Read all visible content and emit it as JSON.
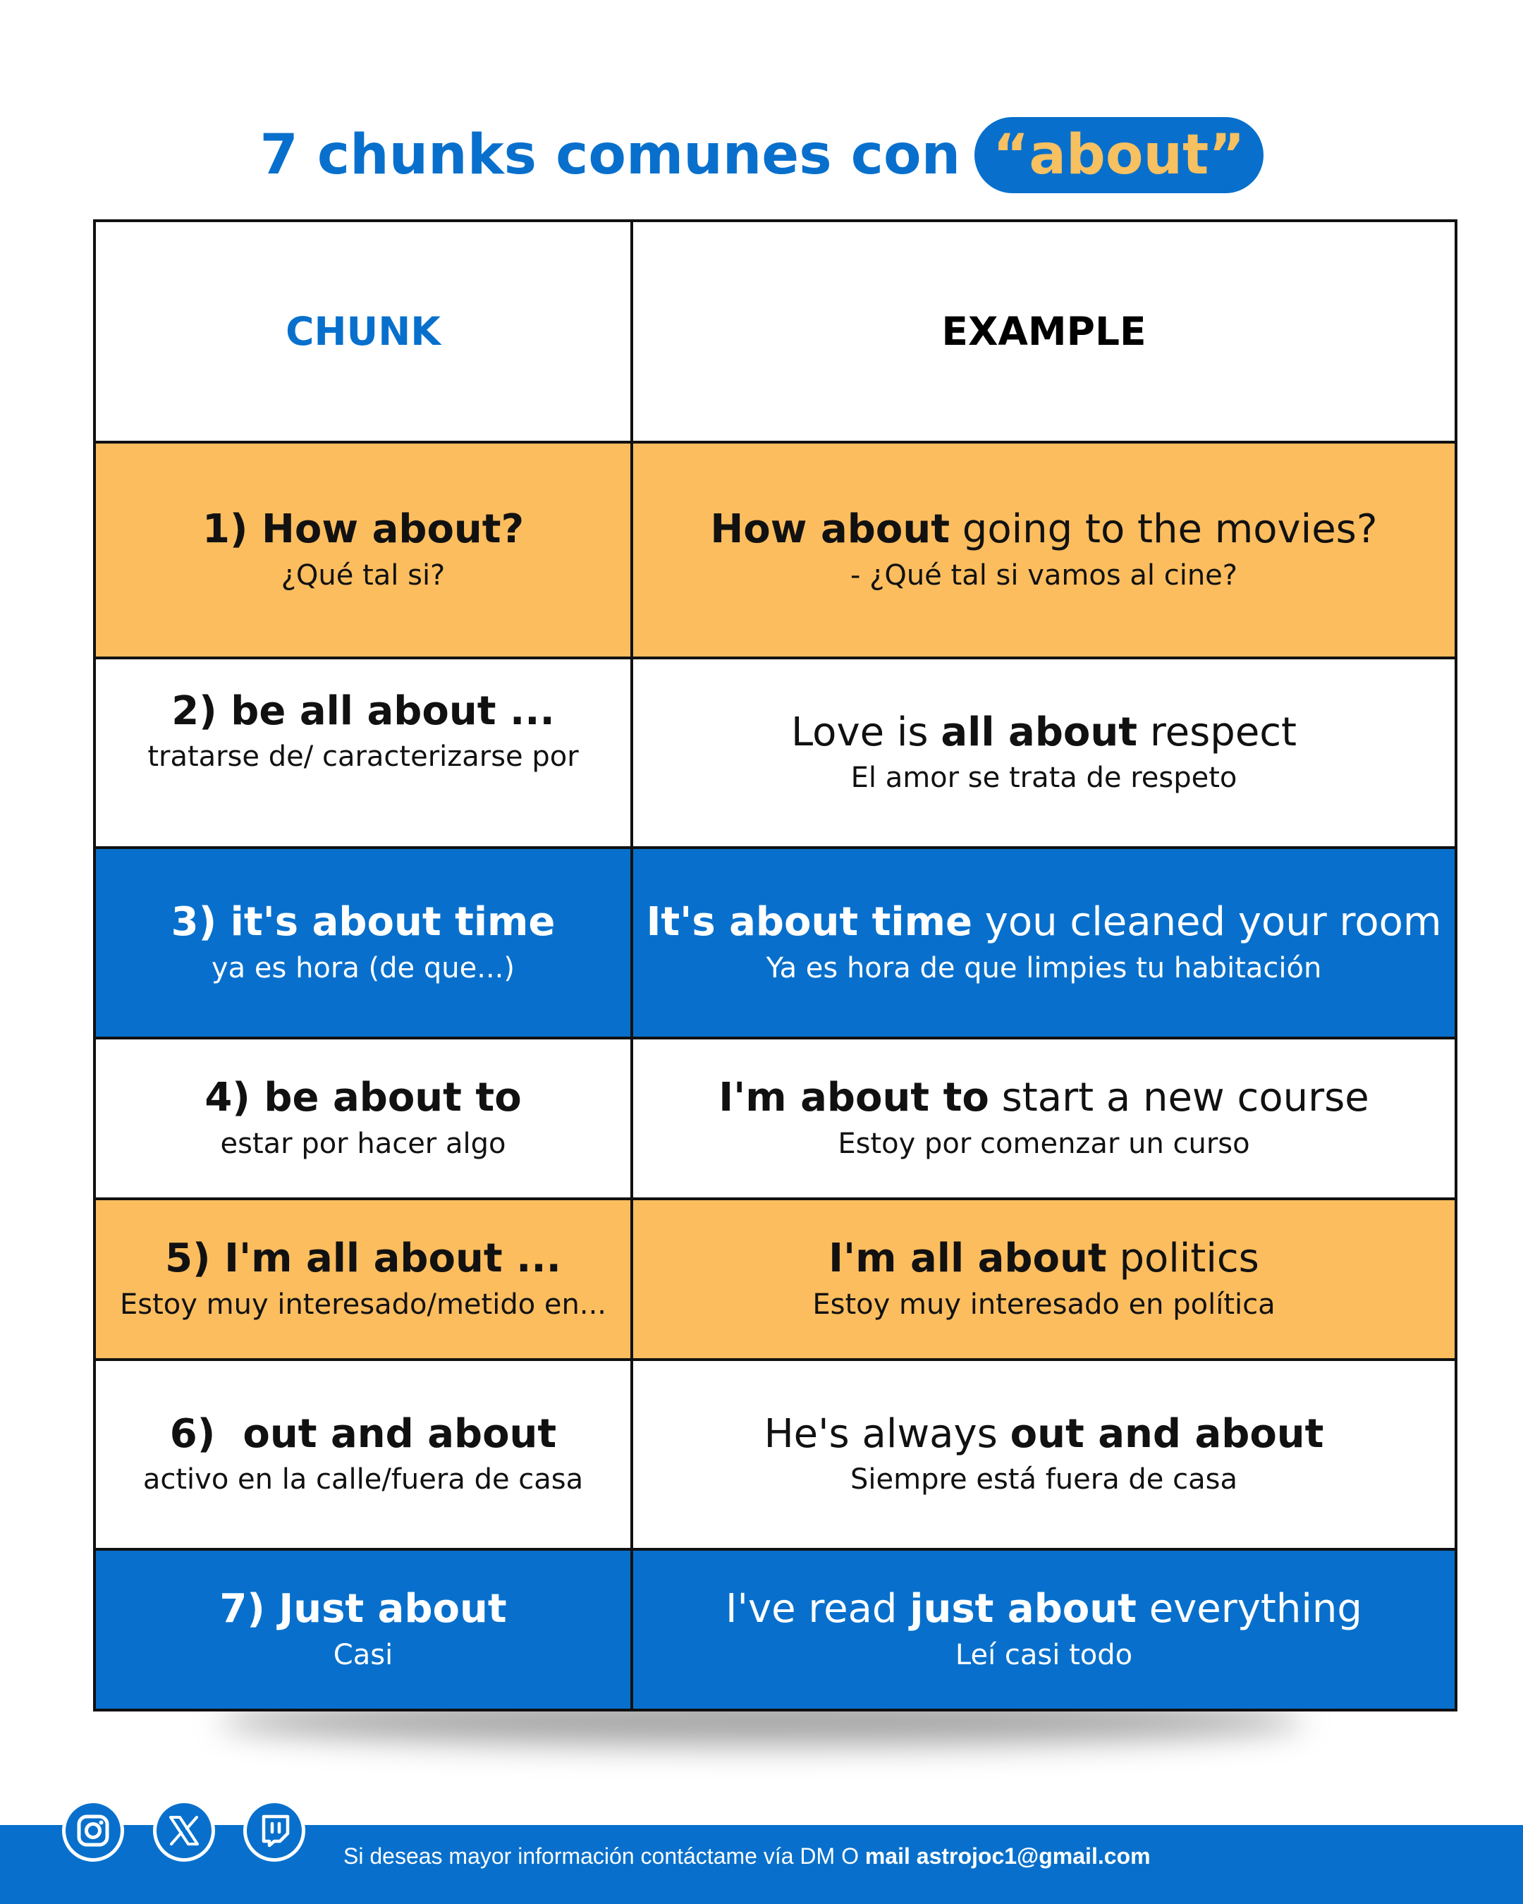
{
  "title": {
    "text": "7 chunks comunes con",
    "highlight": "“about”"
  },
  "table": {
    "headers": {
      "chunk": "CHUNK",
      "example": "EXAMPLE"
    },
    "rows": [
      {
        "chunk": "1) How about?",
        "chunk_translation": "¿Qué tal si?",
        "example_bold": "How about",
        "example_rest": " going to the movies?",
        "example_translation": "- ¿Qué tal si vamos al cine?"
      },
      {
        "chunk": "2) be all about ...",
        "chunk_translation": "tratarse de/ caracterizarse por",
        "example_pre": "Love is ",
        "example_bold": "all about",
        "example_post": " respect",
        "example_translation": "El amor se trata de respeto"
      },
      {
        "chunk": "3) it's about time",
        "chunk_translation": "ya es hora (de que...)",
        "example_bold": "It's about time",
        "example_rest": " you cleaned your room",
        "example_translation": "Ya es hora de que limpies tu habitación"
      },
      {
        "chunk": "4) be about to",
        "chunk_translation": "estar por hacer algo",
        "example_bold": "I'm about to",
        "example_rest": " start a new course",
        "example_translation": "Estoy por comenzar un curso"
      },
      {
        "chunk": "5) I'm all about ...",
        "chunk_translation": "Estoy muy interesado/metido en...",
        "example_bold": "I'm all about",
        "example_rest": " politics",
        "example_translation": "Estoy muy interesado en política"
      },
      {
        "chunk": "6)  out and about",
        "chunk_translation": "activo en la calle/fuera de casa",
        "example_pre": "He's always ",
        "example_bold": "out and about",
        "example_translation": "Siempre está fuera de casa"
      },
      {
        "chunk": "7) Just about",
        "chunk_translation": "Casi",
        "example_pre": "I've read ",
        "example_bold": "just about",
        "example_post": " everything",
        "example_translation": "Leí casi todo"
      }
    ]
  },
  "footer": {
    "text": "Si deseas mayor información contáctame vía DM O ",
    "bold": "mail astrojoc1@gmail.com",
    "icons": [
      "instagram-icon",
      "x-icon",
      "twitch-icon"
    ]
  },
  "colors": {
    "blue": "#0870cc",
    "orange": "#fcbd5f",
    "highlight_text": "#f7c060"
  }
}
